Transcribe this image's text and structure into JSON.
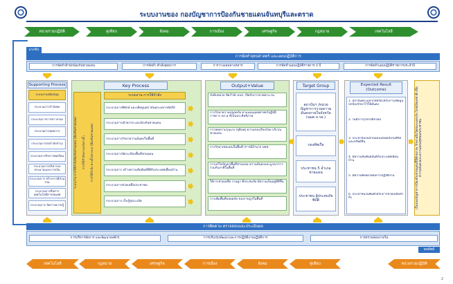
{
  "header": {
    "title": "ระบบงานของ กองบัญชาการป้องกันชายแดนจันทบุรีและตราด"
  },
  "top_flow": {
    "start_label": "หน่วยรวมปฏิบัติ",
    "items": [
      "คู่เทียบ",
      "สังคม",
      "การเมือง",
      "เศรษฐกิจ",
      "กฎหมาย",
      "เทคโนโลยี"
    ]
  },
  "top_band": {
    "input_label": "แรงขับ",
    "title": "การจัดทำยุทธศาสตร์ และแผนปฏิบัติการ",
    "boxes": [
      "การจัดทำสำนักป้องกันชายแดน",
      "การจัดทำ คำสั่งยุทธการ",
      "การวางแผนทางทหาร",
      "การจัดทำแผนปฏิบัติราชการ 4 ปี",
      "การจัดทำแผนปฏิบัติราชการประจำปี"
    ]
  },
  "supporting": {
    "title": "Supporting Process",
    "items": [
      "ระบบงานสนับสนุน",
      "กระบวนการกำลังพล",
      "กระบวนการการข่าวกรอง",
      "กระบวนการยุทธการ",
      "กระบวนการส่งกำลังบำรุง",
      "กระบวนการกิจการพลเรือน",
      "กระบวนการบริหารงบประมาณและการเงิน",
      "กระบวนการ สร้างการมีส่วนร่วม",
      "กระบวนการสื่อสาร เทคโนโลยีสารสนเทศ",
      "กระบวนการ จัดการความรู้"
    ]
  },
  "key_process": {
    "title": "Key Process",
    "vertical_labels": [
      "ระบบงาน การใช้กำลังป้องกันชายแดน (ป้องกันชายแดน)",
      "การใช้กำลังทางบก/ทางน้ำ",
      "การใช้กำลัง ทางน้ำ/ทางบก (ป้องกันชายแดน)"
    ],
    "header_item": "ระบบงาน การใช้กำลัง",
    "items": [
      "กระบวนการพิทักษ์ และเทิดทูนสถาบันพระมหากษัตริย์",
      "กระบวนการเฝ้าตรวจ และป้องกันชายแดน",
      "กระบวนการรักษาความมั่นคงในพื้นที่",
      "กระบวนการจัดระเบียบพื้นที่ชายแดน",
      "กระบวนการ สร้างความสัมพันธ์ที่ดีกับประเทศเพื่อนบ้าน",
      "กระบวนการช่วยเหลือประชาชน",
      "กระบวนการ เก็บกู้ทุ่นระเบิด"
    ]
  },
  "output_value": {
    "title": "Output+Value",
    "items": [
      "บังคับหน่วย จัดกำลัง ยบส. /จัดกับการลาดตระเวน",
      "การรักษาความปลอดภัย ตามแผนยุทธศาสตร์ปฏิบัติราชการ ทภ.๑ ที่เป็นประสิทธิภาพ",
      "การลดความรุนแรง /ยุติเหตุ ความสงบเรียบร้อย บริเวณชายแดน",
      "การรักษาเขตแดนในพื้นที่ /การมีอำนาจ ปคช.",
      "การแก้ไขปัญหาพื้นที่ชายแดน ความมั่นคงและบูรณาการร่วมกับภาคีในพื้นที่",
      "ให้การช่วยเหลือ ราษฎร ที่ประสบภัย มีความเป็นอยู่ที่ดีขึ้น",
      "การเพิ่มพื้นที่ปลอดภัย ของราษฎรในพื้นที่"
    ]
  },
  "target_group": {
    "title": "Target Group",
    "items": [
      "สถาบันฯ /หน่วยบัญชาการรวมความมั่นคงภายในจังหวัด (นมค.จ.รอ.)",
      "กองทัพเรือ",
      "ประชาชน 5 อำเภอชายแดน",
      "ประชาชน ผู้ประสบภัยพิบัติ"
    ]
  },
  "expected_result": {
    "title": "Expected Result (Outcome)",
    "items": [
      "1. สถาบันพระมหากษัตริย์ได้รับการเทิดทูน ปกป้องรักษาไว้ให้มั่นคง",
      "2. ไม่มีการรุกล้ำอธิปไตย",
      "3. ประชาชนในชายแดนปลอดภัยในชีวิตและทรัพย์สิน",
      "4. มีความสัมพันธ์อันดีกับประเทศเพื่อนบ้าน",
      "5. มีความพึงพอใจต่อการปฏิบัติงาน",
      "6. ประชาชนในพื้นที่ได้รับการช่วยเหลือทั่วถึง"
    ]
  },
  "vision": {
    "text": "เป็นกองบัญชาการป้องกันชายแดนที่มีศักยภาพ รักษาอธิปไตยและผลประโยชน์ของชาติ เพื่อความมั่นคงและความสงบสุขของประชาชน"
  },
  "bottom_band": {
    "title": "การติดตาม ตรวจสอบและประเมินผล",
    "boxes": [
      "การบริหารจัดการ และพัฒนาองค์กร",
      "การปรับปรุงพัฒนาและการปฏิบัติงานปฏิบัติการ",
      "การตรวจสอบภายใน"
    ],
    "output_label": "ผลลัพธ์"
  },
  "bottom_flow": {
    "items": [
      "เทคโนโลยี",
      "กฎหมาย",
      "เศรษฐกิจ",
      "การเมือง",
      "สังคม",
      "คู่เทียบ"
    ],
    "end_label": "หน่วยรวมปฏิบัติ"
  },
  "page_number": "2",
  "colors": {
    "navy": "#1b3f86",
    "flow_green": "#2f8f2f",
    "flow_orange": "#e9891c",
    "band_blue": "#2f6fc2",
    "key_green": "#d9edc7",
    "highlight_yellow": "#f6d04d"
  }
}
